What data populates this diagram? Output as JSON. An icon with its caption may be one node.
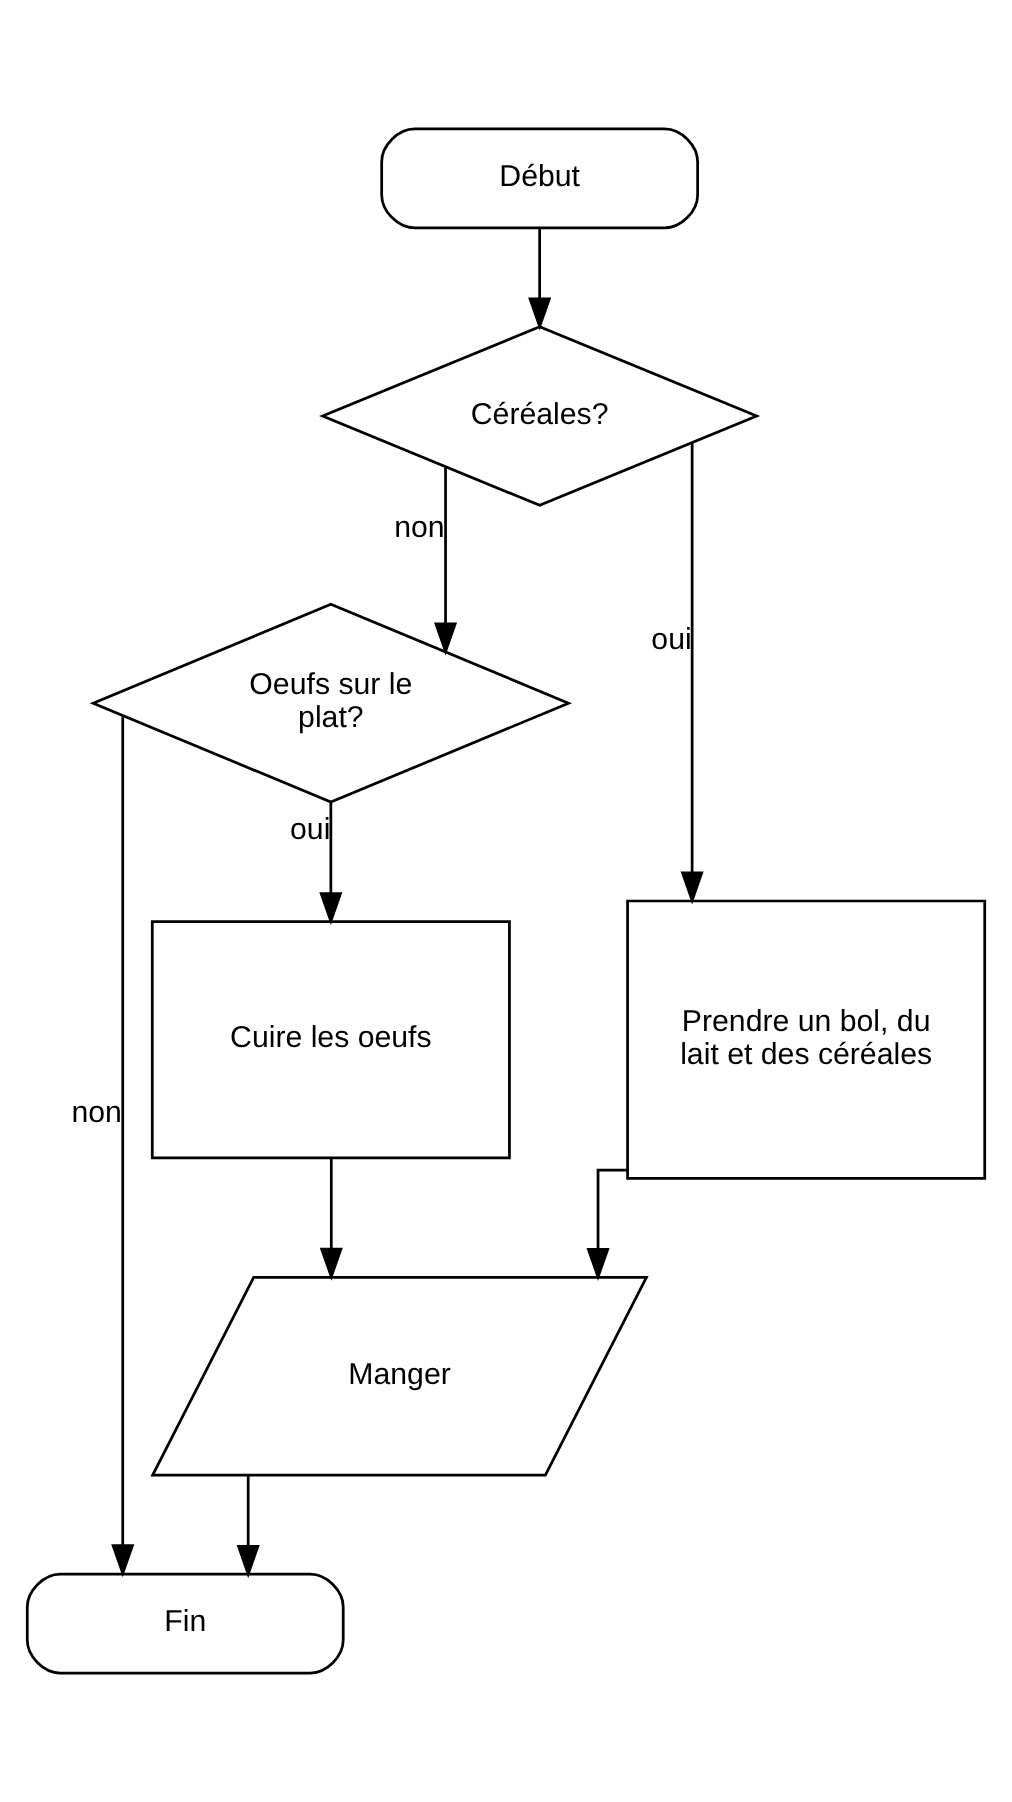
{
  "diagram": {
    "nodes": [
      {
        "text": [
          "Début"
        ]
      },
      {
        "text": [
          "Céréales?"
        ]
      },
      {
        "text": [
          "Oeufs sur le plat?"
        ]
      },
      {
        "text": [
          "Prendre un bol, du lait et des céréales"
        ]
      },
      {
        "text": [
          "Cuire les oeufs"
        ]
      },
      {
        "text": [
          "Manger"
        ]
      },
      {
        "text": [
          "Fin"
        ]
      }
    ],
    "edges": [
      {
        "from": 0,
        "to": 1,
        "arrow": "to"
      },
      {
        "from": 1,
        "to": 2,
        "arrow": "to",
        "label": "non"
      },
      {
        "from": 1,
        "to": 3,
        "arrow": "to",
        "label": "oui"
      },
      {
        "from": 2,
        "to": 4,
        "arrow": "to",
        "label": "oui"
      },
      {
        "from": 2,
        "to": 6,
        "arrow": "to",
        "label": "non"
      },
      {
        "from": 4,
        "to": 5,
        "arrow": "to"
      },
      {
        "from": 3,
        "to": 5,
        "arrow": "to"
      },
      {
        "from": 5,
        "to": 6,
        "arrow": "to"
      }
    ]
  }
}
